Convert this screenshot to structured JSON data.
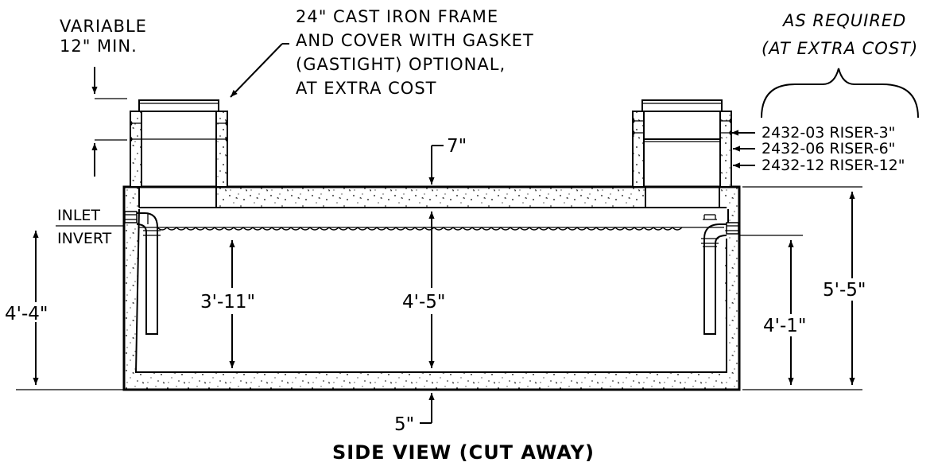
{
  "labels": {
    "variable_line1": "VARIABLE",
    "variable_line2": "12\" MIN.",
    "frame_line1": "24\" CAST IRON FRAME",
    "frame_line2": "AND COVER WITH GASKET",
    "frame_line3": "(GASTIGHT) OPTIONAL,",
    "frame_line4": "AT EXTRA COST",
    "as_required_line1": "AS REQUIRED",
    "as_required_line2": "(AT EXTRA COST)",
    "riser_3": "2432-03 RISER-3\"",
    "riser_6": "2432-06 RISER-6\"",
    "riser_12": "2432-12 RISER-12\"",
    "inlet": "INLET",
    "invert": "INVERT",
    "title": "SIDE VIEW (CUT AWAY)"
  },
  "dimensions": {
    "top_thickness": "7\"",
    "bottom_thickness": "5\"",
    "inlet_height": "4'-4\"",
    "liquid_depth": "3'-11\"",
    "interior_height": "4'-5\"",
    "outlet_height": "4'-1\"",
    "overall_height": "5'-5\""
  }
}
